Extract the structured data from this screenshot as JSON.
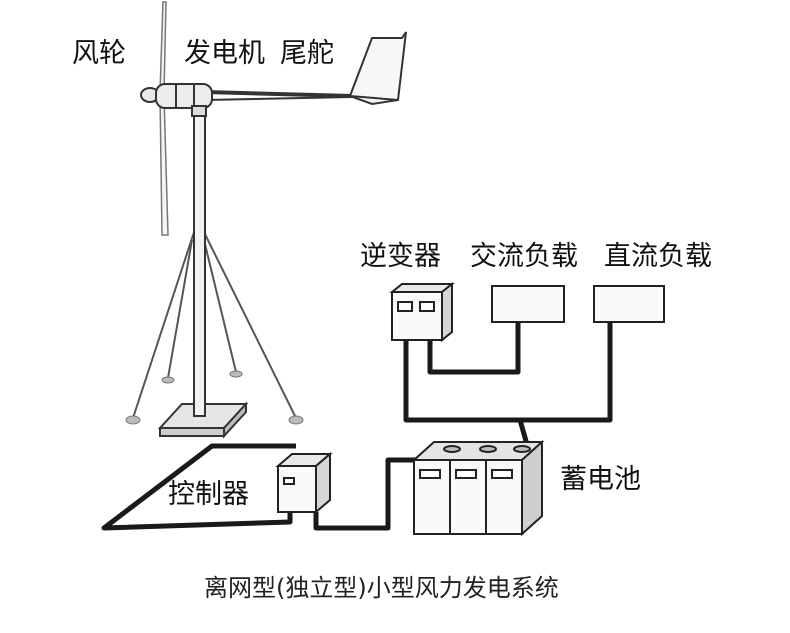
{
  "labels": {
    "rotor": "风轮",
    "generator": "发电机",
    "tail": "尾舵",
    "inverter": "逆变器",
    "ac_load": "交流负载",
    "dc_load": "直流负载",
    "battery": "蓄电池",
    "controller": "控制器"
  },
  "caption": "离网型(独立型)小型风力发电系统",
  "colors": {
    "ink": "#111111",
    "line": "#1a1a1a",
    "shade": "#d9d9d9"
  }
}
